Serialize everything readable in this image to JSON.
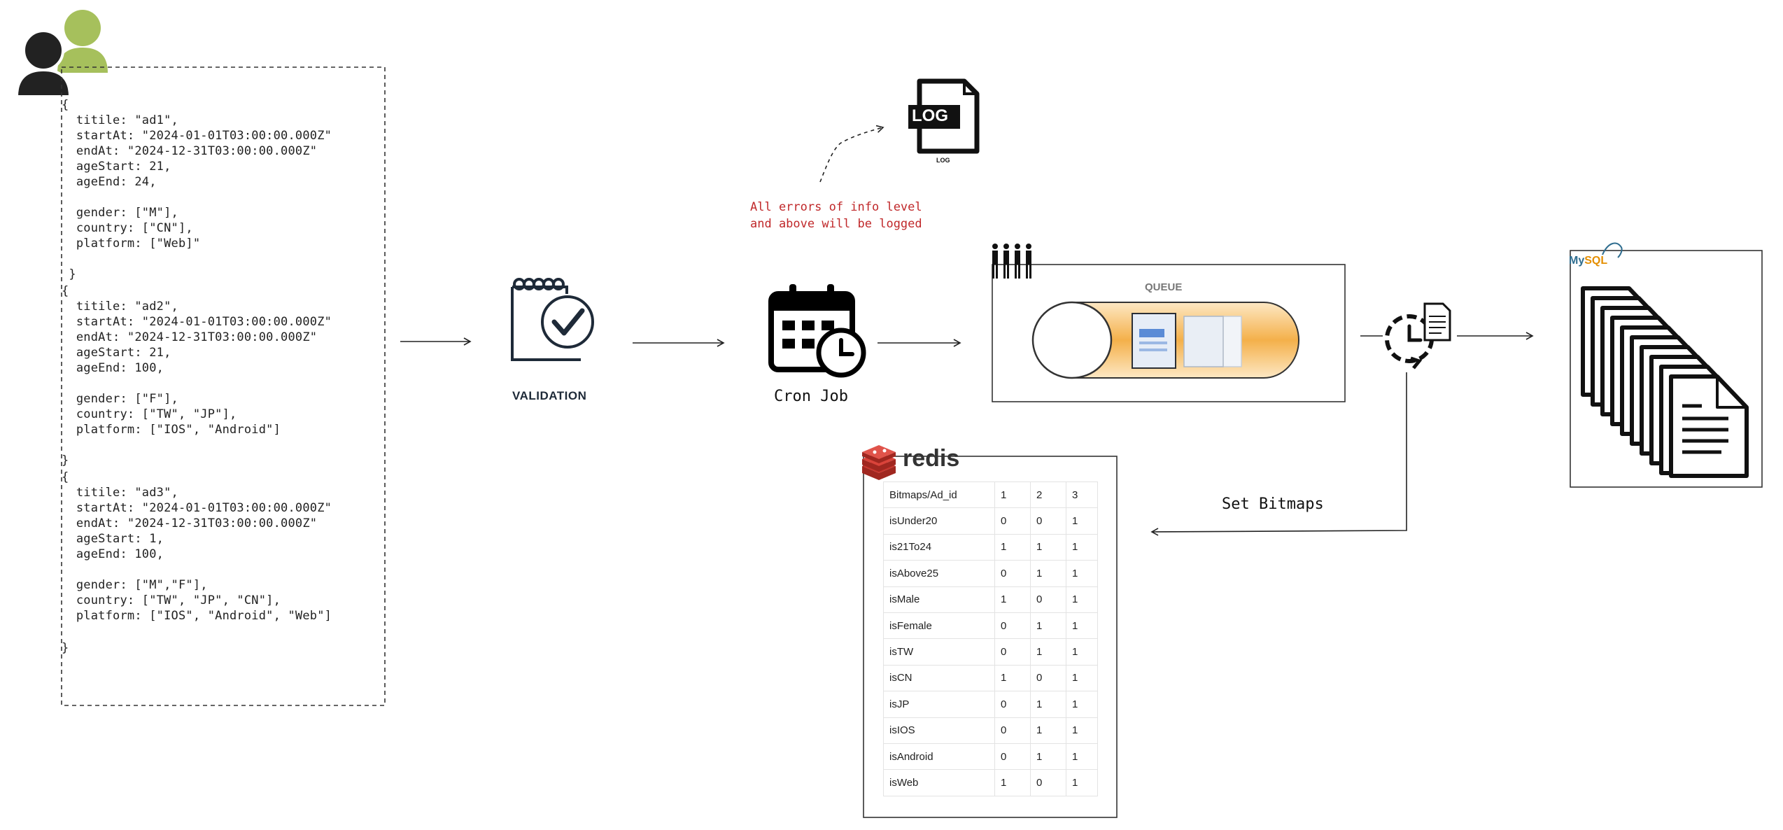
{
  "payload": {
    "lines": [
      "{",
      "  titile: \"ad1\",",
      "  startAt: \"2024-01-01T03:00:00.000Z\"",
      "  endAt: \"2024-12-31T03:00:00.000Z\"",
      "  ageStart: 21,",
      "  ageEnd: 24,",
      "",
      "  gender: [\"M\"],",
      "  country: [\"CN\"],",
      "  platform: [\"Web]\"",
      "",
      " }",
      "{",
      "  titile: \"ad2\",",
      "  startAt: \"2024-01-01T03:00:00.000Z\"",
      "  endAt: \"2024-12-31T03:00:00.000Z\"",
      "  ageStart: 21,",
      "  ageEnd: 100,",
      "",
      "  gender: [\"F\"],",
      "  country: [\"TW\", \"JP\"],",
      "  platform: [\"IOS\", \"Android\"]",
      "",
      "}",
      "{",
      "  titile: \"ad3\",",
      "  startAt: \"2024-01-01T03:00:00.000Z\"",
      "  endAt: \"2024-12-31T03:00:00.000Z\"",
      "  ageStart: 1,",
      "  ageEnd: 100,",
      "",
      "  gender: [\"M\",\"F\"],",
      "  country: [\"TW\", \"JP\", \"CN\"],",
      "  platform: [\"IOS\", \"Android\", \"Web\"]",
      "",
      "}"
    ]
  },
  "labels": {
    "validation": "VALIDATION",
    "cron_job": "Cron Job",
    "log_badge": "LOG",
    "log_caption": "LOG",
    "log_note_line1": "All errors of info level",
    "log_note_line2": "and above will be logged",
    "queue": "QUEUE",
    "set_bitmaps": "Set Bitmaps",
    "redis": "redis",
    "mysql_my": "My",
    "mysql_sql": "SQL"
  },
  "redis_table": {
    "header": [
      "Bitmaps/Ad_id",
      "1",
      "2",
      "3"
    ],
    "rows": [
      [
        "isUnder20",
        "0",
        "0",
        "1"
      ],
      [
        "is21To24",
        "1",
        "1",
        "1"
      ],
      [
        "isAbove25",
        "0",
        "1",
        "1"
      ],
      [
        "isMale",
        "1",
        "0",
        "1"
      ],
      [
        "isFemale",
        "0",
        "1",
        "1"
      ],
      [
        "isTW",
        "0",
        "1",
        "1"
      ],
      [
        "isCN",
        "1",
        "0",
        "1"
      ],
      [
        "isJP",
        "0",
        "1",
        "1"
      ],
      [
        "isIOS",
        "0",
        "1",
        "1"
      ],
      [
        "isAndroid",
        "0",
        "1",
        "1"
      ],
      [
        "isWeb",
        "1",
        "0",
        "1"
      ]
    ]
  },
  "icons": [
    "users-icon",
    "validation-icon",
    "calendar-clock-icon",
    "log-file-icon",
    "people-icon",
    "queue-cylinder-icon",
    "scheduled-document-icon",
    "redis-logo-icon",
    "mysql-logo-icon",
    "document-stack-icon"
  ],
  "colors": {
    "note_red": "#c0282a",
    "user_green": "#a6c05c",
    "user_dark": "#222222",
    "queue_orange": "#f4b04a",
    "redis_red": "#c8332b",
    "mysql_blue": "#2f6d8f",
    "mysql_orange": "#e48e00"
  }
}
